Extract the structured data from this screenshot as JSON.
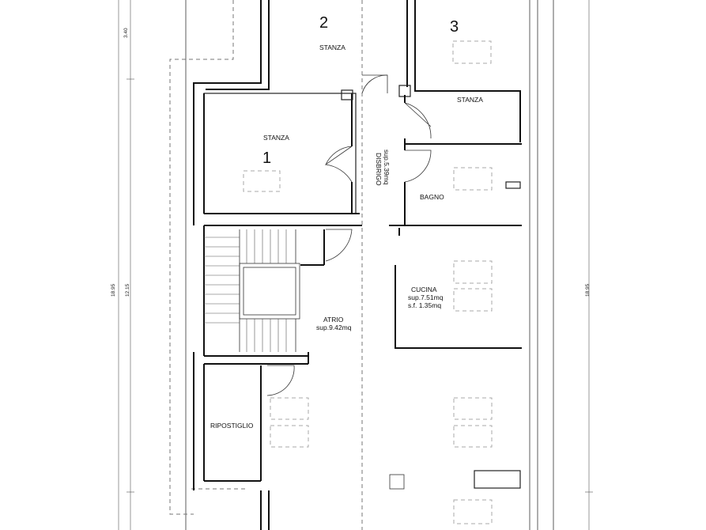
{
  "rooms": {
    "room1": {
      "number": "1",
      "name": "STANZA"
    },
    "room2": {
      "number": "2",
      "name": "STANZA"
    },
    "room3": {
      "number": "3",
      "name": "STANZA"
    },
    "disbrigo": {
      "name": "DISBRIGO",
      "area": "sup.5.39mq"
    },
    "bagno": {
      "name": "BAGNO"
    },
    "cucina": {
      "name": "CUCINA",
      "area": "sup.7.51mq",
      "window": "s.f. 1.35mq"
    },
    "atrio": {
      "name": "ATRIO",
      "area": "sup.9.42mq"
    },
    "ripostiglio": {
      "name": "RIPOSTIGLIO"
    }
  },
  "dimensions": {
    "left_top": "3.40",
    "left_total": "18.95",
    "left_middle": "12.15",
    "right_total": "18.95"
  }
}
